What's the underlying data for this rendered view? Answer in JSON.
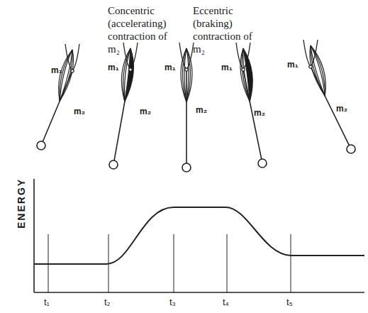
{
  "diagram": {
    "labels": [
      "Concentric (accelerating) contraction of m₂",
      "Eccentric (braking) contraction of m₂",
      "m₁",
      "m₂",
      "m₁",
      "m₂",
      "m₁",
      "m₂",
      "m₁",
      "m₂",
      "m₁",
      "m₂",
      "ENERGY",
      "t₁",
      "t₂",
      "t₃",
      "t₄",
      "t₅"
    ]
  }
}
